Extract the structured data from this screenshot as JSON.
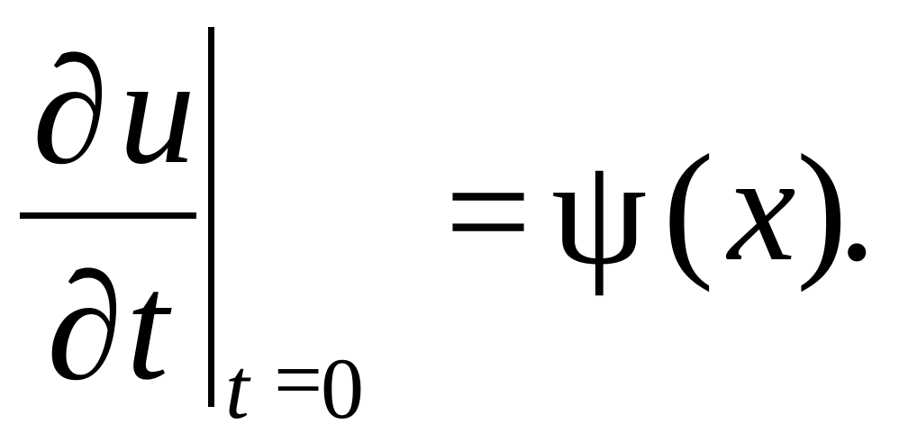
{
  "formula": {
    "numerator": {
      "partial": "∂",
      "variable": "u"
    },
    "denominator": {
      "partial": "∂",
      "variable": "t"
    },
    "evaluation": {
      "variable": "t",
      "equals": "=",
      "value": "0"
    },
    "rhs": {
      "equals": "=",
      "function": "ψ",
      "open_paren": "(",
      "argument": "x",
      "close_paren": ")",
      "period": "."
    }
  }
}
